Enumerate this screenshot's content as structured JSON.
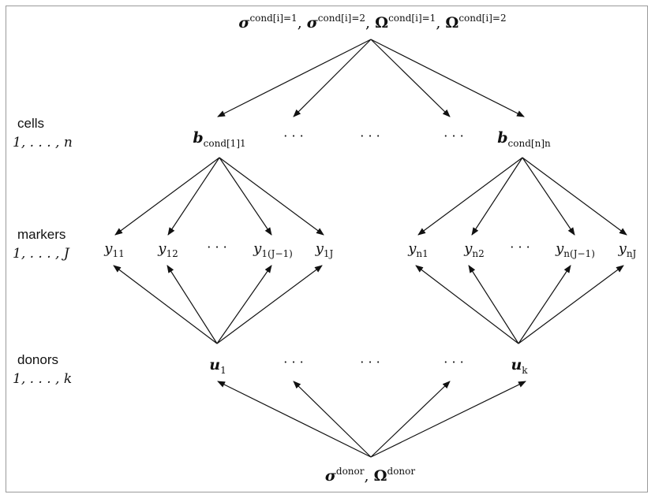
{
  "nodes": {
    "top_params": {
      "parts": [
        {
          "base": "σ",
          "sup": "cond[i]=1"
        },
        {
          "base": "σ",
          "sup": "cond[i]=2"
        },
        {
          "base": "Ω",
          "sup": "cond[i]=1"
        },
        {
          "base": "Ω",
          "sup": "cond[i]=2"
        }
      ]
    },
    "bottom_params": {
      "parts": [
        {
          "base": "σ",
          "sup": "donor"
        },
        {
          "base": "Ω",
          "sup": "donor"
        }
      ]
    },
    "cells": [
      {
        "base": "b",
        "sub": "cond[1]1"
      },
      {
        "base": "b",
        "sub": "cond[n]n"
      }
    ],
    "cell_ellipses": [
      "· · ·",
      "· · ·",
      "· · ·"
    ],
    "markers_left": [
      {
        "base": "y",
        "sub": "11"
      },
      {
        "base": "y",
        "sub": "12"
      },
      {
        "base": "y",
        "sub": "1(J−1)"
      },
      {
        "base": "y",
        "sub": "1J"
      }
    ],
    "markers_right": [
      {
        "base": "y",
        "sub": "n1"
      },
      {
        "base": "y",
        "sub": "n2"
      },
      {
        "base": "y",
        "sub": "n(J−1)"
      },
      {
        "base": "y",
        "sub": "nJ"
      }
    ],
    "marker_ellipsis": "· · ·",
    "donors": [
      {
        "base": "u",
        "sub": "1"
      },
      {
        "base": "u",
        "sub": "k"
      }
    ],
    "donor_ellipses": [
      "· · ·",
      "· · ·",
      "· · ·"
    ]
  },
  "row_labels": {
    "cells": {
      "title": "cells",
      "range": "1, . . . , n"
    },
    "markers": {
      "title": "markers",
      "range": "1, . . . , J"
    },
    "donors": {
      "title": "donors",
      "range": "1, . . . , k"
    }
  },
  "colors": {
    "ink": "#111111",
    "frame": "#9a9a9a"
  }
}
